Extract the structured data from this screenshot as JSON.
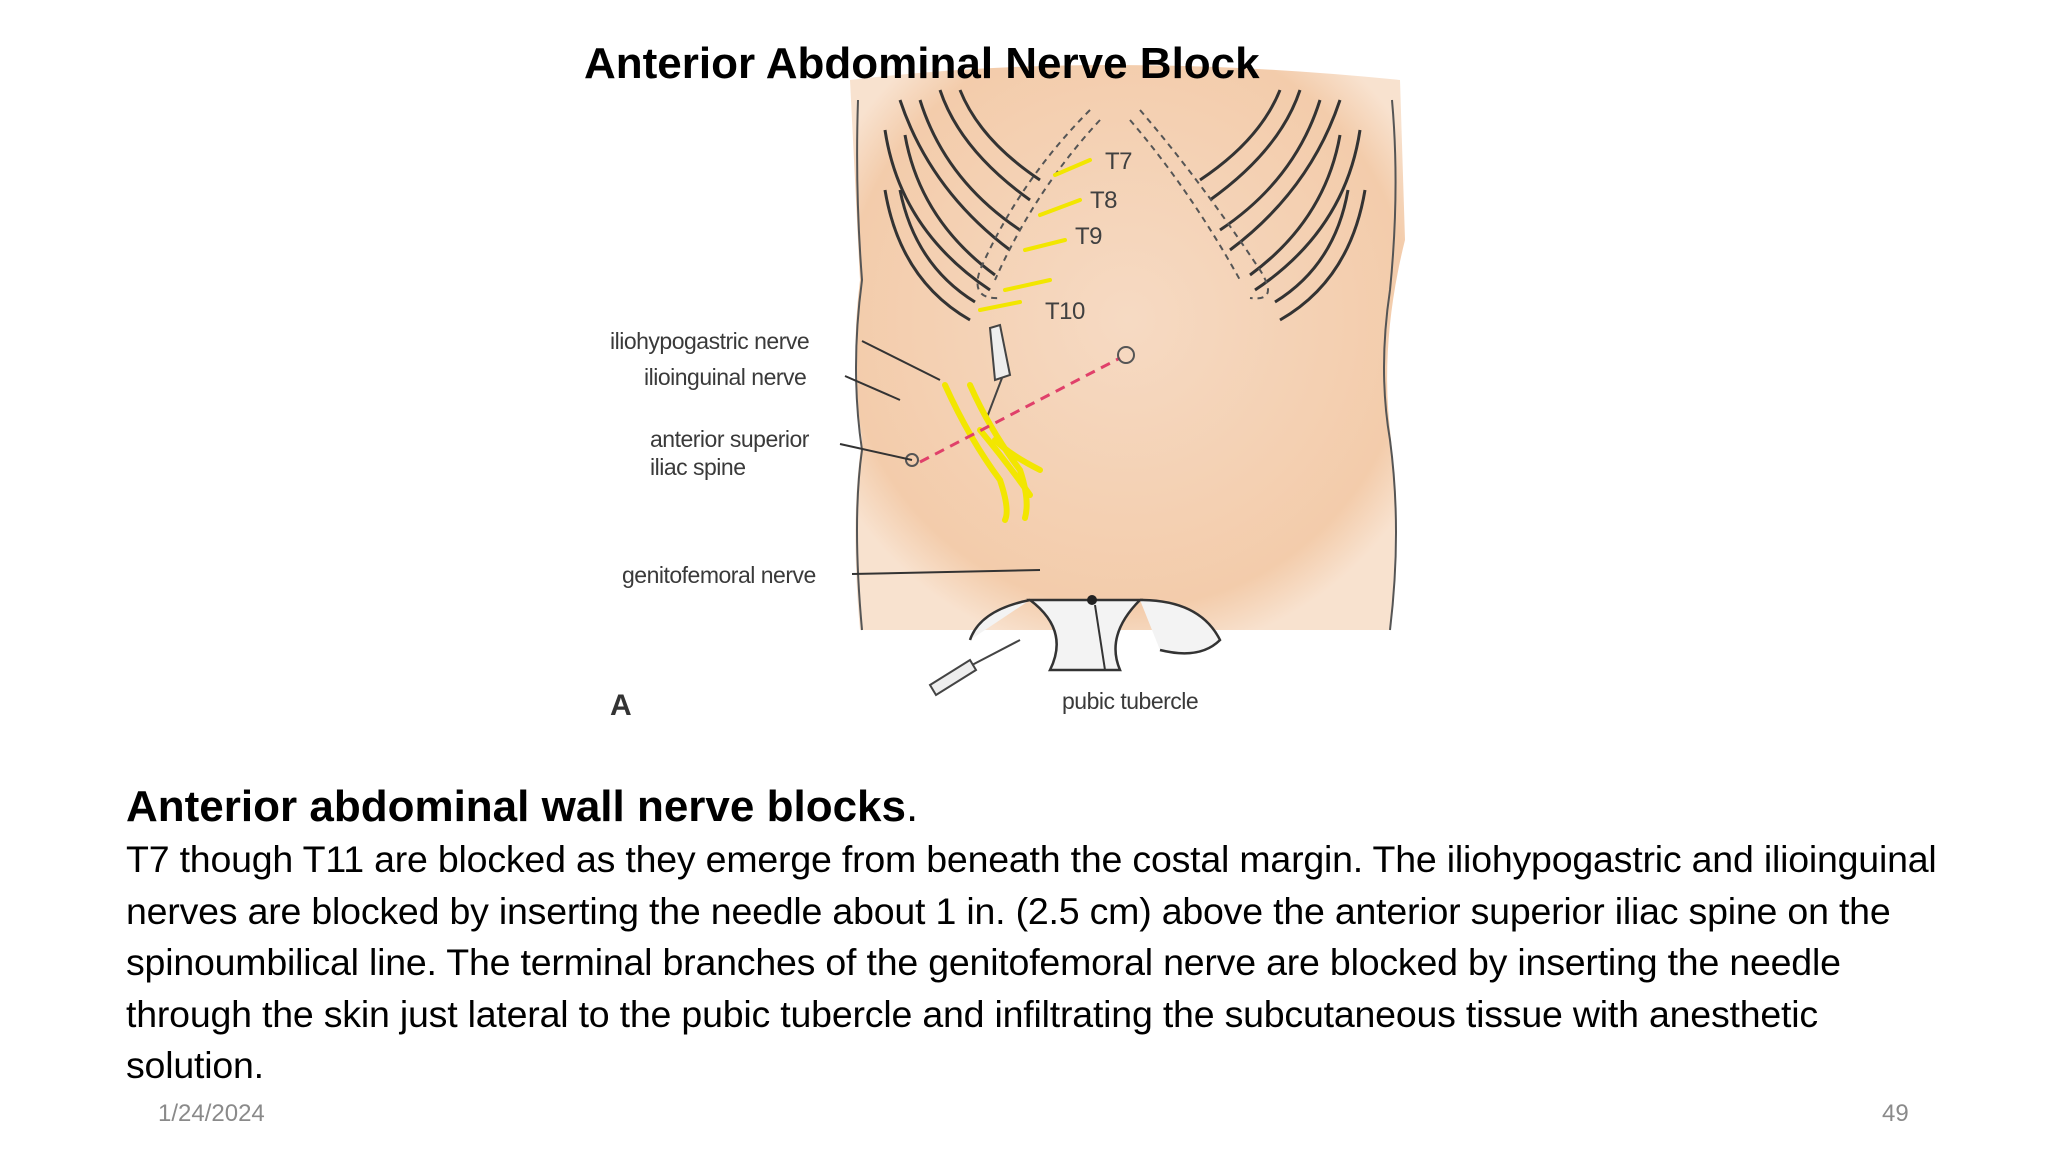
{
  "slide": {
    "title": "Anterior Abdominal Nerve Block",
    "date": "1/24/2024",
    "page_number": "49"
  },
  "figure": {
    "panel_label": "A",
    "labels": {
      "t7": "T7",
      "t8": "T8",
      "t9": "T9",
      "t10": "T10",
      "iliohypogastric": "iliohypogastric nerve",
      "ilioinguinal": "ilioinguinal nerve",
      "asis_line1": "anterior superior",
      "asis_line2": "iliac spine",
      "genitofemoral": "genitofemoral nerve",
      "pubic_tubercle": "pubic tubercle"
    },
    "colors": {
      "skin": "#f5d3b6",
      "nerve": "#f2e600",
      "needle_path": "#e0406a"
    }
  },
  "text": {
    "heading": "Anterior abdominal wall nerve blocks",
    "heading_period": ".",
    "paragraph": "T7 though T11 are blocked as they emerge from beneath the costal margin. The iliohypogastric and ilioinguinal nerves are blocked by inserting the needle about 1 in. (2.5 cm) above the anterior superior iliac spine on the spinoumbilical line. The terminal branches of the genitofemoral nerve are blocked by inserting the needle through the skin just lateral to the pubic tubercle and infiltrating the subcutaneous tissue with anesthetic solution."
  }
}
